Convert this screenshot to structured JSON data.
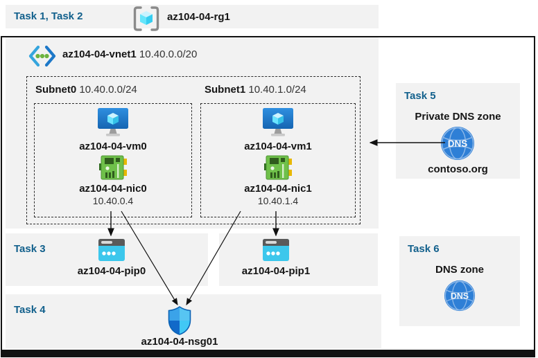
{
  "header": {
    "task_label": "Task 1, Task 2",
    "rg_name": "az104-04-rg1"
  },
  "vnet": {
    "name": "az104-04-vnet1",
    "cidr": "10.40.0.0/20",
    "subnets": [
      {
        "name": "Subnet0",
        "cidr": "10.40.0.0/24",
        "vm": "az104-04-vm0",
        "nic": "az104-04-nic0",
        "ip": "10.40.0.4"
      },
      {
        "name": "Subnet1",
        "cidr": "10.40.1.0/24",
        "vm": "az104-04-vm1",
        "nic": "az104-04-nic1",
        "ip": "10.40.1.4"
      }
    ]
  },
  "task3": {
    "label": "Task 3",
    "pip0": "az104-04-pip0",
    "pip1": "az104-04-pip1"
  },
  "task4": {
    "label": "Task 4",
    "nsg": "az104-04-nsg01"
  },
  "task5": {
    "label": "Task 5",
    "title": "Private DNS zone",
    "zone": "contoso.org"
  },
  "task6": {
    "label": "Task 6",
    "title": "DNS zone"
  },
  "dns_icon_text": "DNS",
  "colors": {
    "task_label": "#12608c",
    "panel_bg": "#f2f2f2",
    "frame": "#121212",
    "vm_blue": "#1f7fd6",
    "cube_cyan": "#50e6ff",
    "nic_green": "#6fc04a",
    "pip_cyan": "#3cc7ec",
    "dns_blue": "#2e7fd6",
    "nsg_dark_blue": "#1169c9",
    "nsg_light_blue": "#41c8f5",
    "vnet_dot_green": "#6cb33f",
    "arrow": "#111111"
  }
}
